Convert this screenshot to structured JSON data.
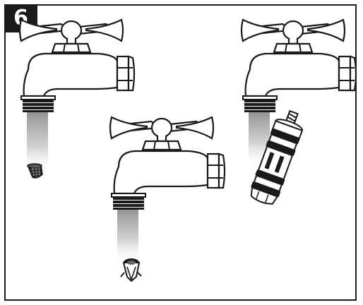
{
  "step": {
    "number": "6"
  },
  "colors": {
    "ink": "#1a1a1a",
    "paper": "#ffffff",
    "stream": "#9a9a9a"
  },
  "illustrations": [
    {
      "name": "faucet-with-screen-filter",
      "part": "mesh-screen-icon"
    },
    {
      "name": "faucet-with-valve-insert",
      "part": "conical-valve-icon"
    },
    {
      "name": "faucet-with-cartridge",
      "part": "cartridge-icon"
    }
  ]
}
